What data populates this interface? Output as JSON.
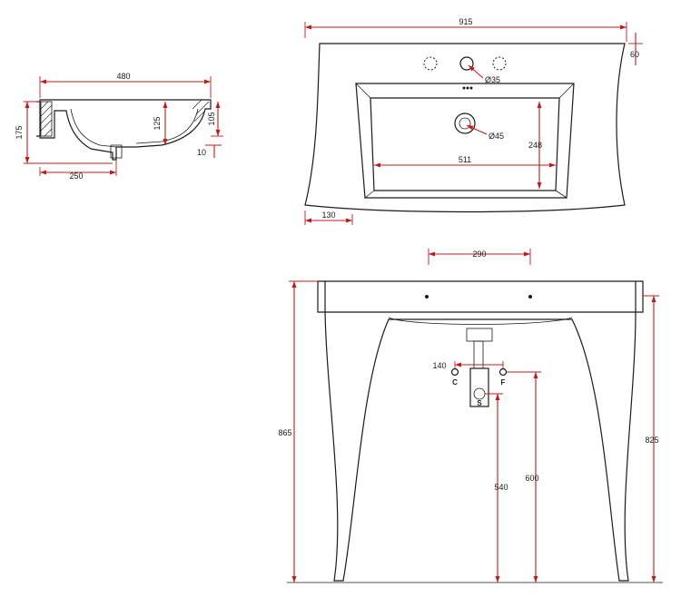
{
  "colors": {
    "dimension": "#c41a1a",
    "outline": "#1a1a1a",
    "background": "#ffffff"
  },
  "side_view": {
    "width_label": "480",
    "height_label": "175",
    "bowl_depth_label": "125",
    "rim_label": "105",
    "offset_label": "10",
    "drain_label": "250"
  },
  "top_view": {
    "width_label": "915",
    "rim_label": "60",
    "tap_hole_label": "Ø35",
    "drain_hole_label": "Ø45",
    "basin_width_label": "511",
    "basin_depth_label": "248",
    "edge_label": "130"
  },
  "front_view": {
    "tap_spacing_label": "290",
    "total_height_label": "865",
    "rim_height_label": "825",
    "valve_spacing_label": "140",
    "cold_label": "C",
    "hot_label": "F",
    "waste_label": "S",
    "waste_height_label": "540",
    "supply_height_label": "600"
  }
}
